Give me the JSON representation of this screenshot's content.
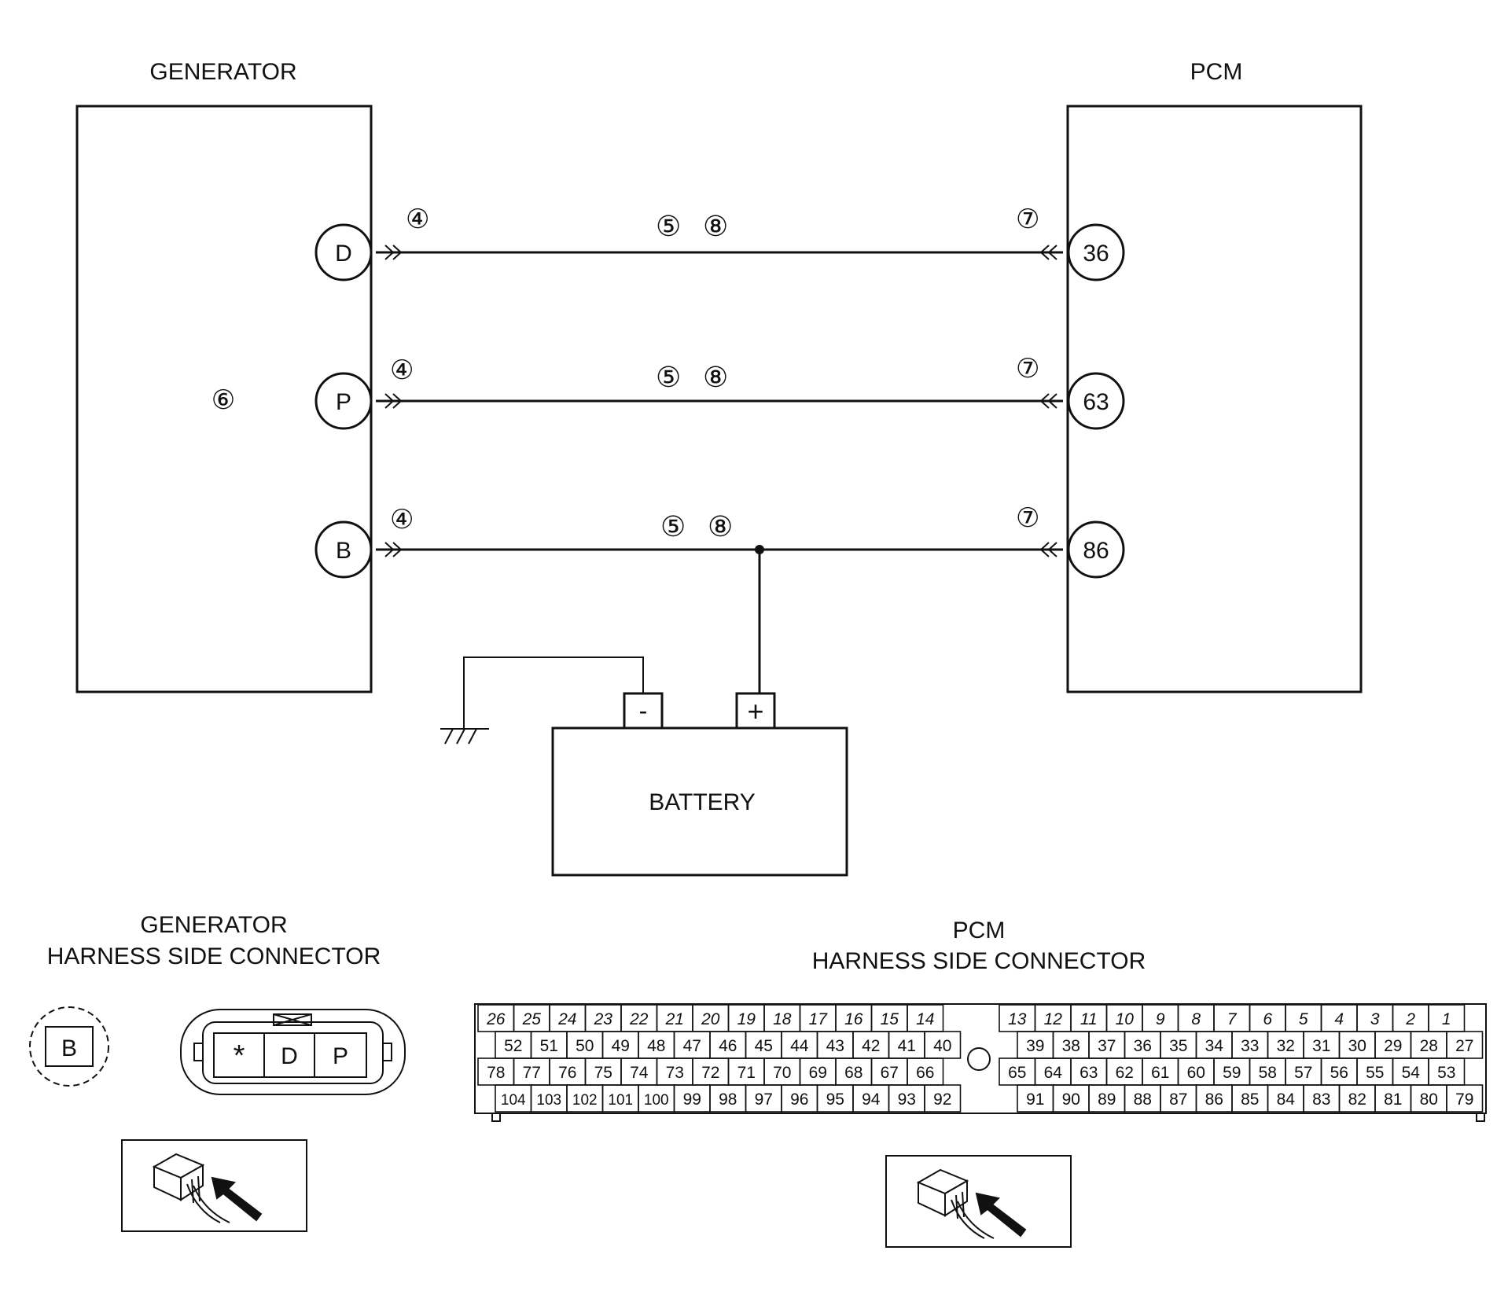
{
  "generator": {
    "title": "GENERATOR",
    "area_callout": "⑥",
    "terminals": [
      {
        "label": "D",
        "callout": "④"
      },
      {
        "label": "P",
        "callout": "④"
      },
      {
        "label": "B",
        "callout": "④"
      }
    ]
  },
  "pcm": {
    "title": "PCM",
    "terminals": [
      {
        "label": "36",
        "callout": "⑦"
      },
      {
        "label": "63",
        "callout": "⑦"
      },
      {
        "label": "86",
        "callout": "⑦"
      }
    ]
  },
  "wires": [
    {
      "from": "D",
      "to": "36",
      "callout_a": "⑤",
      "callout_b": "⑧"
    },
    {
      "from": "P",
      "to": "63",
      "callout_a": "⑤",
      "callout_b": "⑧"
    },
    {
      "from": "B",
      "to": "86",
      "callout_a": "⑤",
      "callout_b": "⑧"
    }
  ],
  "battery": {
    "label": "BATTERY",
    "negative": "-",
    "positive": "+"
  },
  "gen_connector": {
    "title_line1": "GENERATOR",
    "title_line2": "HARNESS SIDE CONNECTOR",
    "single_pin": "B",
    "pins": [
      "*",
      "D",
      "P"
    ]
  },
  "pcm_connector": {
    "title_line1": "PCM",
    "title_line2": "HARNESS SIDE CONNECTOR",
    "left_rows": [
      [
        "26",
        "25",
        "24",
        "23",
        "22",
        "21",
        "20",
        "19",
        "18",
        "17",
        "16",
        "15",
        "14"
      ],
      [
        "52",
        "51",
        "50",
        "49",
        "48",
        "47",
        "46",
        "45",
        "44",
        "43",
        "42",
        "41",
        "40"
      ],
      [
        "78",
        "77",
        "76",
        "75",
        "74",
        "73",
        "72",
        "71",
        "70",
        "69",
        "68",
        "67",
        "66"
      ],
      [
        "104",
        "103",
        "102",
        "101",
        "100",
        "99",
        "98",
        "97",
        "96",
        "95",
        "94",
        "93",
        "92"
      ]
    ],
    "right_rows": [
      [
        "13",
        "12",
        "11",
        "10",
        "9",
        "8",
        "7",
        "6",
        "5",
        "4",
        "3",
        "2",
        "1"
      ],
      [
        "39",
        "38",
        "37",
        "36",
        "35",
        "34",
        "33",
        "32",
        "31",
        "30",
        "29",
        "28",
        "27"
      ],
      [
        "65",
        "64",
        "63",
        "62",
        "61",
        "60",
        "59",
        "58",
        "57",
        "56",
        "55",
        "54",
        "53"
      ],
      [
        "91",
        "90",
        "89",
        "88",
        "87",
        "86",
        "85",
        "84",
        "83",
        "82",
        "81",
        "80",
        "79"
      ]
    ]
  }
}
